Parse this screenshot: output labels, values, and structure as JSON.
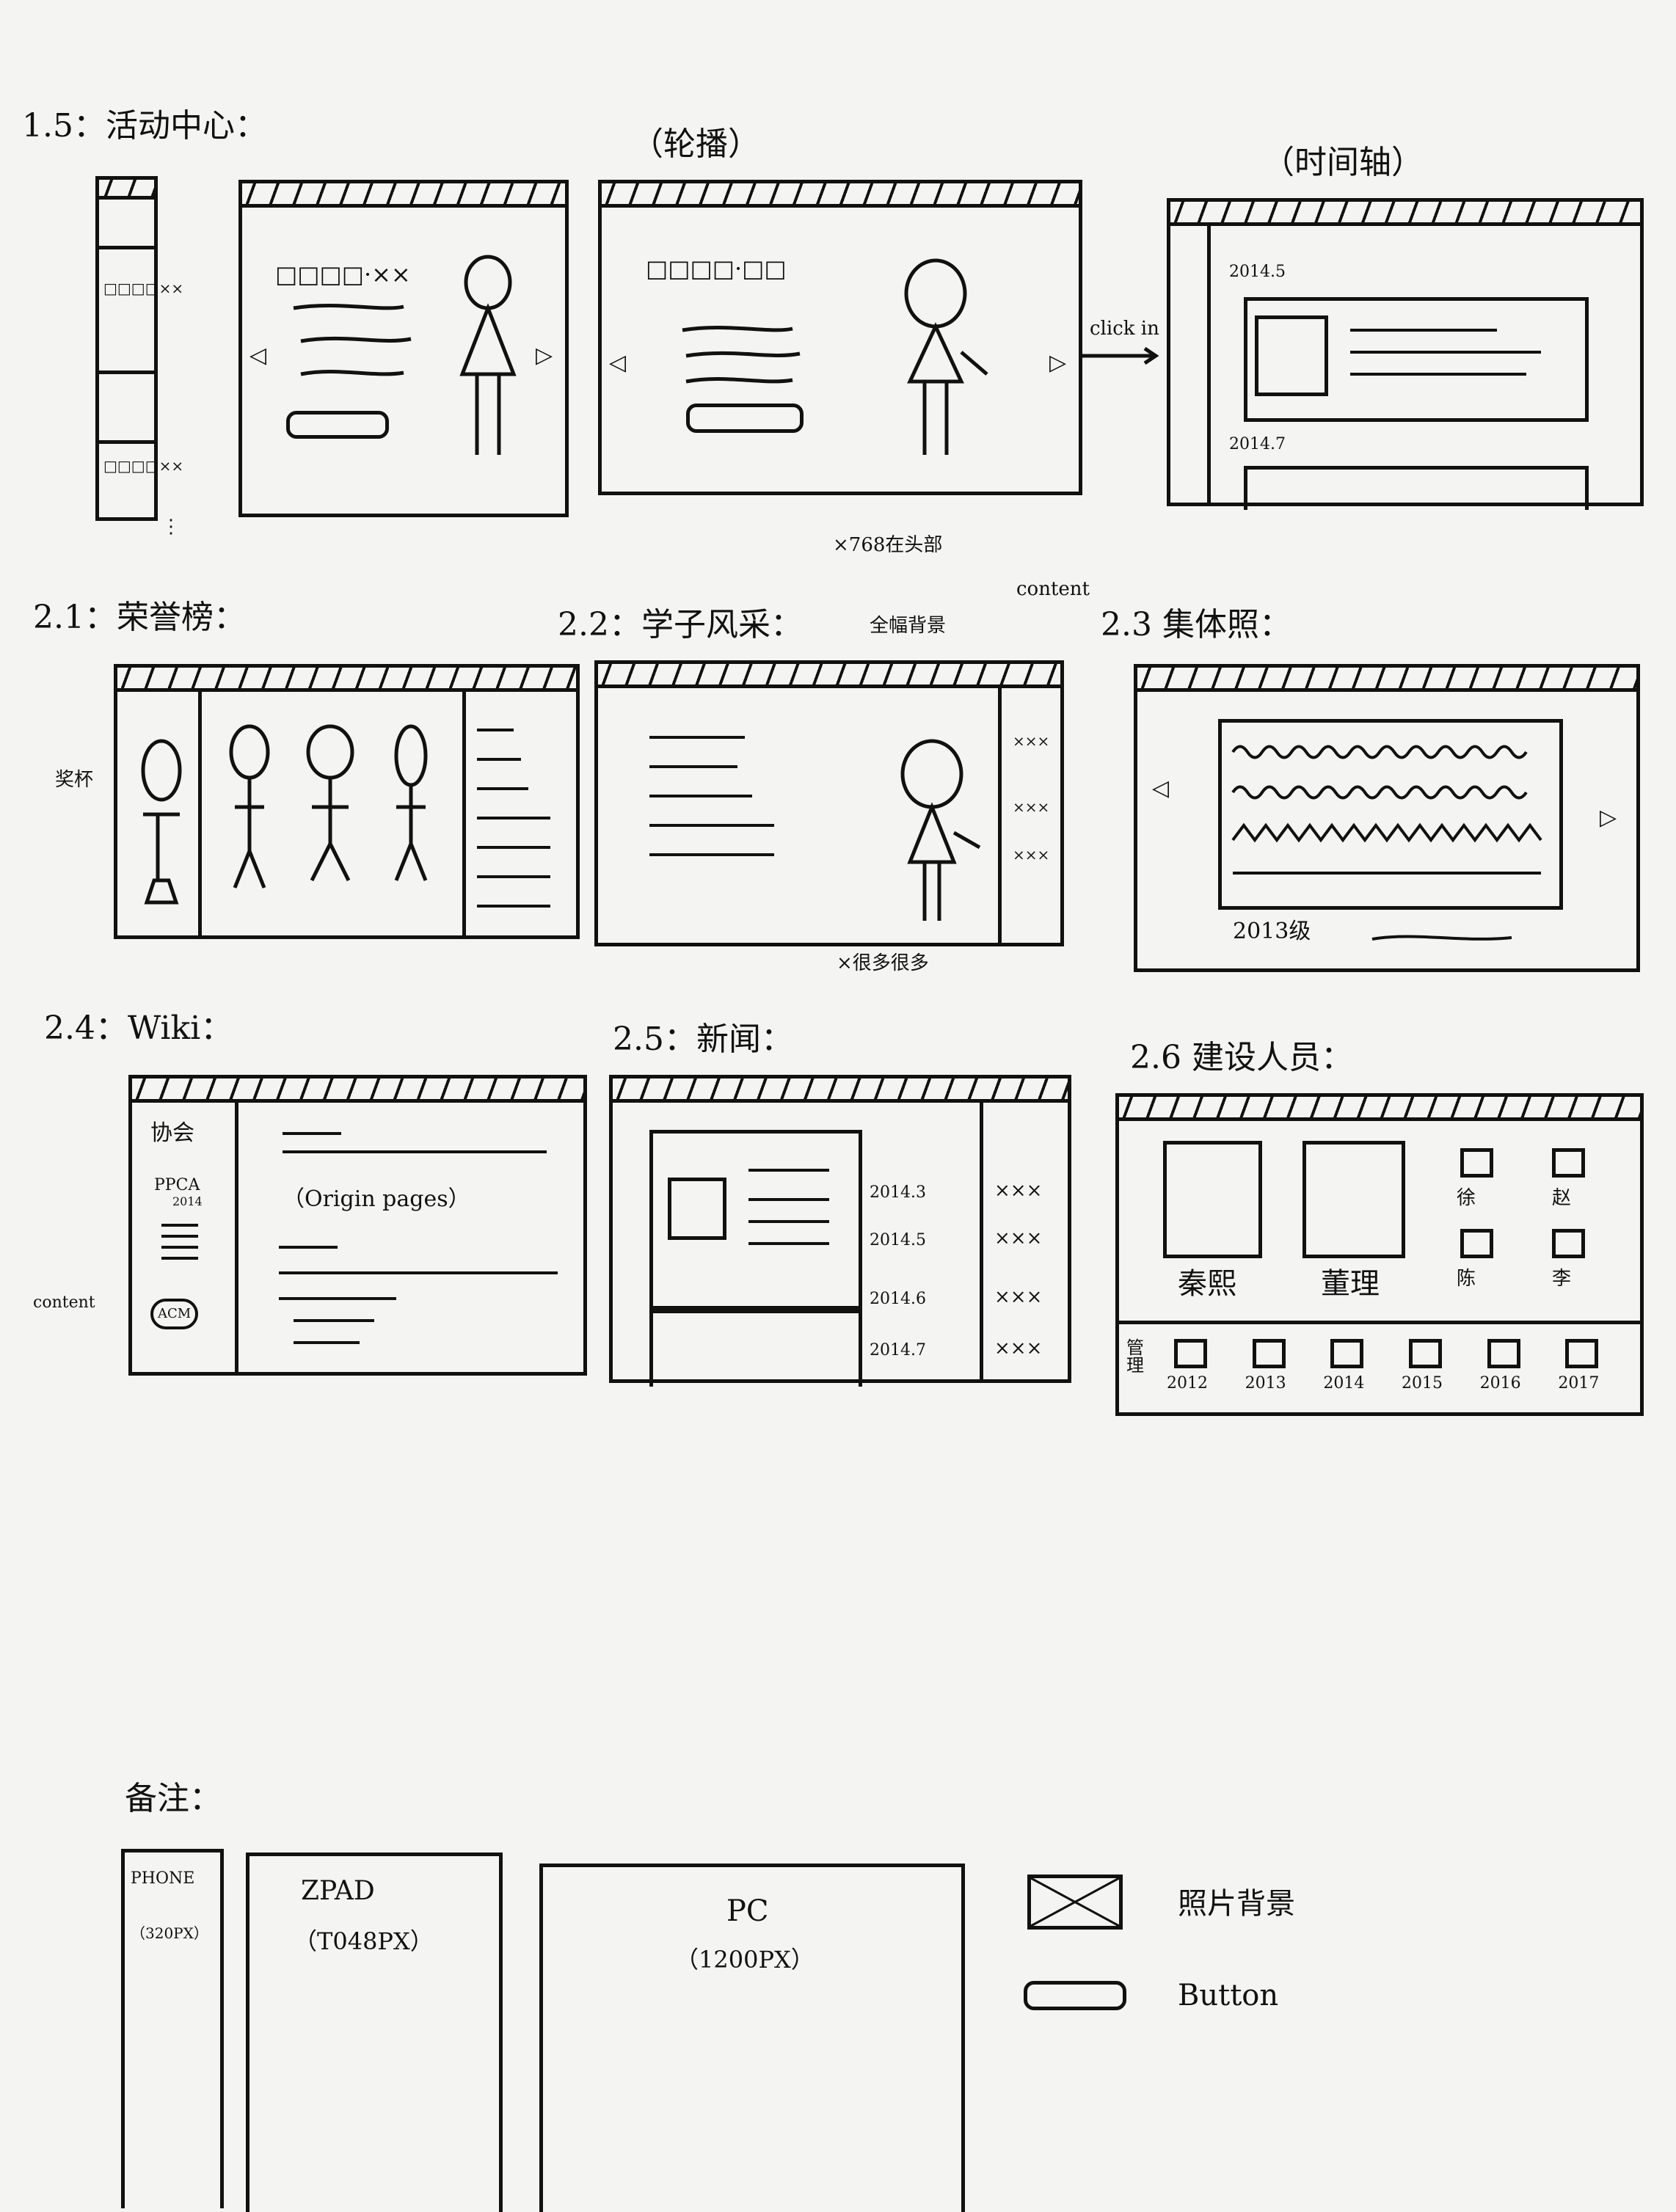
{
  "sec_1_5": {
    "label": "1.5：活动中心：",
    "carousel_label": "（轮播）",
    "detail_label": "（时间轴）",
    "card_text": "□□□□·××",
    "card_text_b": "□□□□·□□",
    "click_in": "click in",
    "date_a": "2014.5",
    "date_b": "2014.7",
    "list_a": "□□□□××",
    "list_b": "□□□□××"
  },
  "sec_2_1": {
    "label": "2.1：荣誉榜：",
    "annotation": "奖杯"
  },
  "sec_2_2": {
    "label": "2.2：学子风采：",
    "bg_note": "全幅背景",
    "x768_note": "×768在头部",
    "content_note": "content",
    "more_note": "×很多很多",
    "items": [
      "×××",
      "×××",
      "×××"
    ]
  },
  "sec_2_3": {
    "label": "2.3 集体照：",
    "year": "2013级"
  },
  "sec_2_4": {
    "label": "2.4：Wiki：",
    "side_title": "协会",
    "side_sub": "PPCA",
    "side_year": "2014",
    "orig_pages": "（Origin pages）",
    "content_note": "content",
    "badge": "ACM"
  },
  "sec_2_5": {
    "label": "2.5：新闻：",
    "dates": [
      "2014.3",
      "2014.5",
      "2014.6",
      "2014.7"
    ],
    "items": [
      "×××",
      "×××",
      "×××",
      "×××"
    ]
  },
  "sec_2_6": {
    "label": "2.6 建设人员：",
    "names": [
      "秦熙",
      "董理"
    ],
    "small_names": [
      "徐",
      "赵",
      "陈",
      "李"
    ],
    "row_label": "管理",
    "years": [
      "2012",
      "2013",
      "2014",
      "2015",
      "2016",
      "2017"
    ]
  },
  "notes": {
    "label": "备注：",
    "phone": "PHONE",
    "phone_px": "（320PX）",
    "pad": "ZPAD",
    "pad_px": "（T048PX）",
    "pc": "PC",
    "pc_px": "（1200PX）",
    "photo_legend": "照片背景",
    "button_legend": "Button"
  }
}
